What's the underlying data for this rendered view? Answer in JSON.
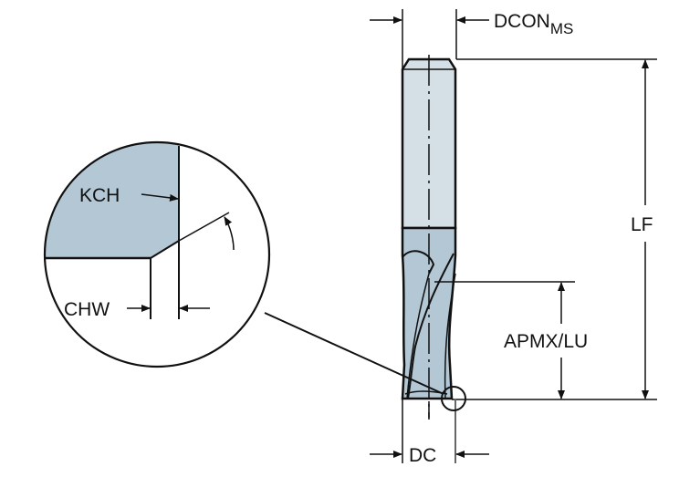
{
  "diagram": {
    "title": "Solid end mill dimension drawing",
    "labels": {
      "dcon": "DCON",
      "dcon_sub": "MS",
      "lf": "LF",
      "apmx_lu": "APMX/LU",
      "dc": "DC",
      "kch": "KCH",
      "chw": "CHW"
    },
    "colors": {
      "shank": "#d5dfe6",
      "flute": "#b3c7d5",
      "detail_fill": "#b3c7d5",
      "line": "#111111"
    }
  }
}
